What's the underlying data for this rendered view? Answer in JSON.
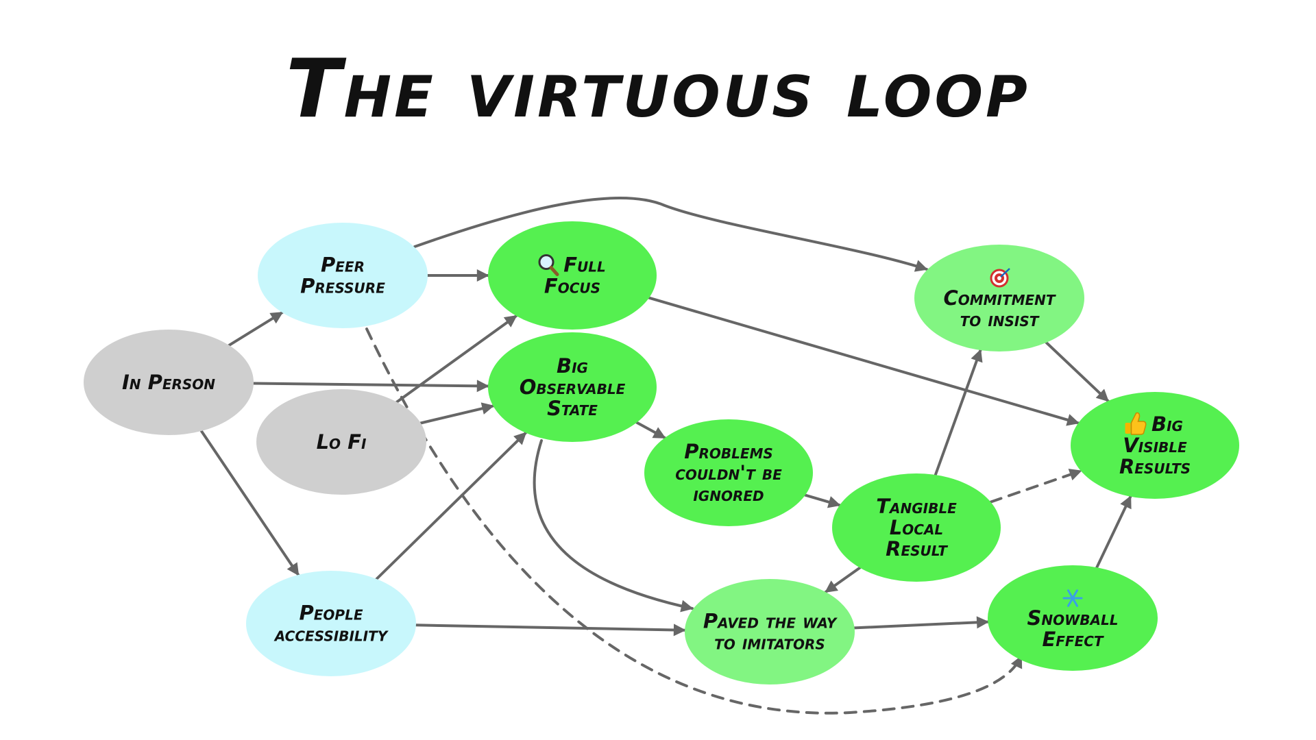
{
  "title": "The virtuous loop",
  "colors": {
    "gray": "#cfcfcf",
    "light_cyan": "#c8f7fc",
    "bright_green": "#55f050",
    "light_green": "#82f582",
    "edge": "#666666"
  },
  "nodes": {
    "peer_pressure": {
      "lines": [
        "Peer",
        "Pressure"
      ],
      "fill": "light_cyan"
    },
    "full_focus": {
      "lines": [
        "Full",
        "Focus"
      ],
      "icon": "magnifier-icon",
      "fill": "bright_green"
    },
    "commitment": {
      "lines": [
        "Commitment",
        "to insist"
      ],
      "icon": "target-icon",
      "fill": "light_green"
    },
    "in_person": {
      "lines": [
        "In Person"
      ],
      "fill": "gray"
    },
    "lo_fi": {
      "lines": [
        "Lo Fi"
      ],
      "fill": "gray"
    },
    "big_observable": {
      "lines": [
        "Big",
        "Observable",
        "State"
      ],
      "fill": "bright_green"
    },
    "big_visible": {
      "lines": [
        "Big",
        "Visible",
        "Results"
      ],
      "icon": "thumbs-up-icon",
      "fill": "bright_green"
    },
    "problems": {
      "lines": [
        "Problems",
        "couldn't be",
        "ignored"
      ],
      "fill": "bright_green"
    },
    "tangible": {
      "lines": [
        "Tangible",
        "Local",
        "Result"
      ],
      "fill": "bright_green"
    },
    "people_access": {
      "lines": [
        "People",
        "accessibility"
      ],
      "fill": "light_cyan"
    },
    "paved": {
      "lines": [
        "Paved the way",
        "to imitators"
      ],
      "fill": "light_green"
    },
    "snowball": {
      "lines": [
        "Snowball",
        "Effect"
      ],
      "icon": "snowflake-icon",
      "fill": "bright_green"
    }
  },
  "edges": [
    {
      "from": "in_person",
      "to": "peer_pressure",
      "style": "solid"
    },
    {
      "from": "in_person",
      "to": "big_observable",
      "style": "solid"
    },
    {
      "from": "in_person",
      "to": "people_access",
      "style": "solid"
    },
    {
      "from": "peer_pressure",
      "to": "full_focus",
      "style": "solid"
    },
    {
      "from": "peer_pressure",
      "to": "commitment",
      "style": "solid"
    },
    {
      "from": "peer_pressure",
      "to": "snowball",
      "style": "dashed"
    },
    {
      "from": "lo_fi",
      "to": "full_focus",
      "style": "solid"
    },
    {
      "from": "lo_fi",
      "to": "big_observable",
      "style": "solid"
    },
    {
      "from": "people_access",
      "to": "big_observable",
      "style": "solid"
    },
    {
      "from": "people_access",
      "to": "paved",
      "style": "solid"
    },
    {
      "from": "full_focus",
      "to": "big_visible",
      "style": "solid"
    },
    {
      "from": "big_observable",
      "to": "problems",
      "style": "solid"
    },
    {
      "from": "big_observable",
      "to": "paved",
      "style": "solid"
    },
    {
      "from": "problems",
      "to": "tangible",
      "style": "solid"
    },
    {
      "from": "tangible",
      "to": "commitment",
      "style": "solid"
    },
    {
      "from": "tangible",
      "to": "big_visible",
      "style": "dashed"
    },
    {
      "from": "tangible",
      "to": "paved",
      "style": "solid"
    },
    {
      "from": "commitment",
      "to": "big_visible",
      "style": "solid"
    },
    {
      "from": "paved",
      "to": "snowball",
      "style": "solid"
    },
    {
      "from": "snowball",
      "to": "big_visible",
      "style": "solid"
    }
  ]
}
